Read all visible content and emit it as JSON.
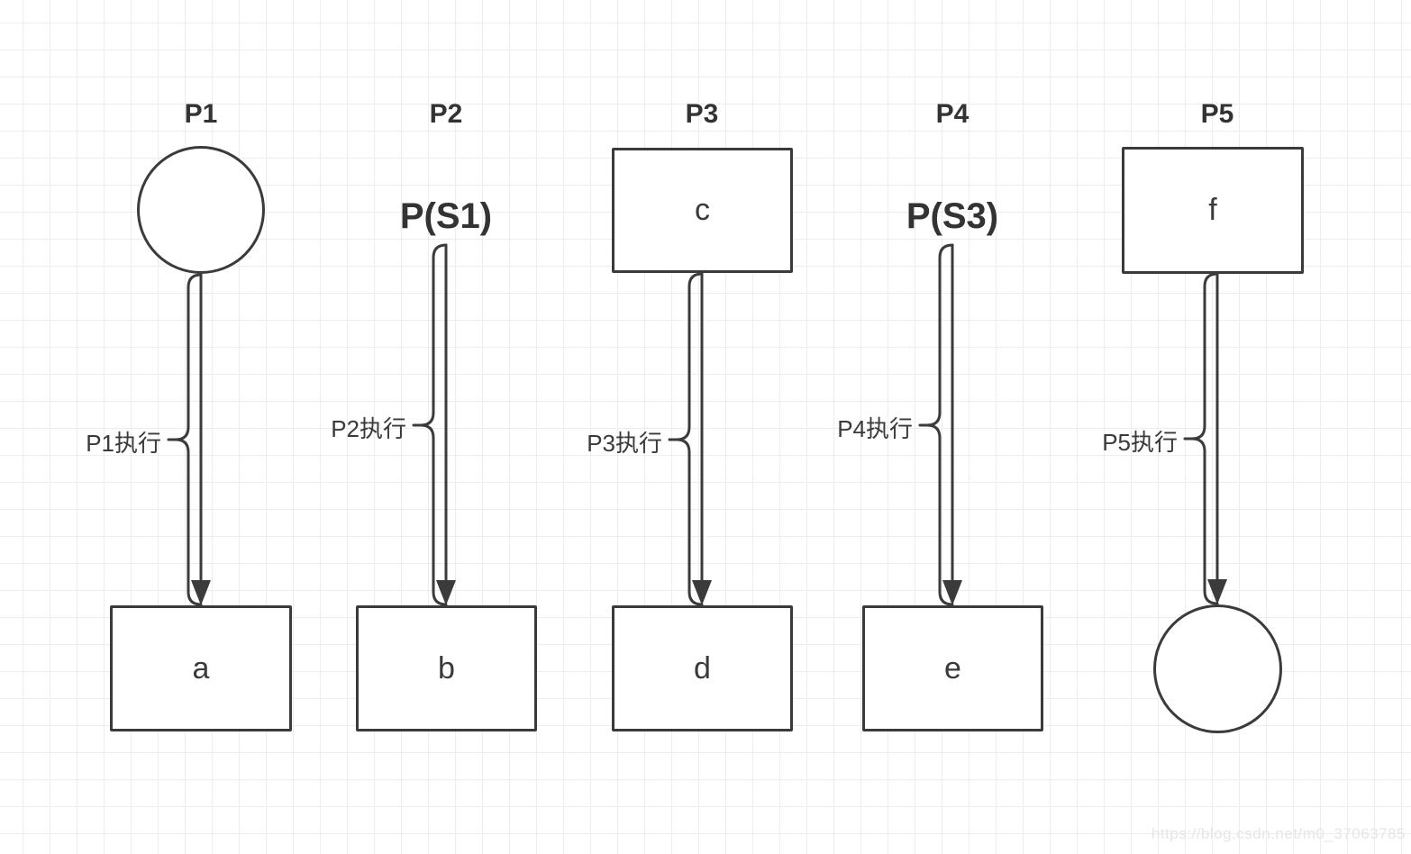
{
  "page": {
    "watermark": "https://blog.csdn.net/m0_37063785"
  },
  "colors": {
    "stroke": "#3b3b3b",
    "text": "#333333",
    "grid_line": "#ededed",
    "background": "#ffffff",
    "watermark": "#e6e6e6"
  },
  "diagram": {
    "type": "process-precedence-diagram",
    "columns": [
      {
        "title": "P1",
        "top_shape": {
          "type": "circle",
          "label": ""
        },
        "action_label": "P1执行",
        "bottom_shape": {
          "type": "rect",
          "label": "a"
        }
      },
      {
        "title": "P2",
        "semaphore_op": "P(S1)",
        "action_label": "P2执行",
        "bottom_shape": {
          "type": "rect",
          "label": "b"
        }
      },
      {
        "title": "P3",
        "top_shape": {
          "type": "rect",
          "label": "c"
        },
        "action_label": "P3执行",
        "bottom_shape": {
          "type": "rect",
          "label": "d"
        }
      },
      {
        "title": "P4",
        "semaphore_op": "P(S3)",
        "action_label": "P4执行",
        "bottom_shape": {
          "type": "rect",
          "label": "e"
        }
      },
      {
        "title": "P5",
        "top_shape": {
          "type": "rect",
          "label": "f"
        },
        "action_label": "P5执行",
        "bottom_shape": {
          "type": "circle",
          "label": ""
        }
      }
    ]
  }
}
